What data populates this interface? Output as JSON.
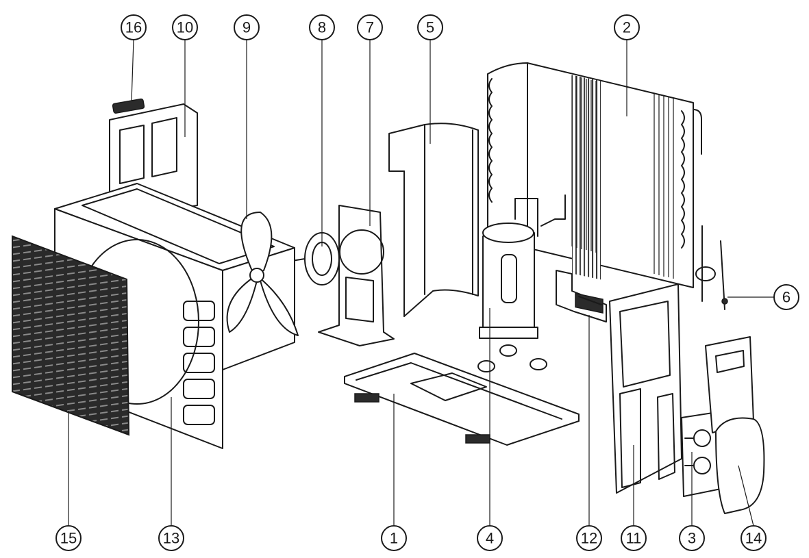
{
  "callouts": [
    {
      "id": "c16",
      "label": "16"
    },
    {
      "id": "c10",
      "label": "10"
    },
    {
      "id": "c9",
      "label": "9"
    },
    {
      "id": "c8",
      "label": "8"
    },
    {
      "id": "c7",
      "label": "7"
    },
    {
      "id": "c5",
      "label": "5"
    },
    {
      "id": "c2",
      "label": "2"
    },
    {
      "id": "c6",
      "label": "6"
    },
    {
      "id": "c15",
      "label": "15"
    },
    {
      "id": "c13",
      "label": "13"
    },
    {
      "id": "c1",
      "label": "1"
    },
    {
      "id": "c4",
      "label": "4"
    },
    {
      "id": "c12",
      "label": "12"
    },
    {
      "id": "c11",
      "label": "11"
    },
    {
      "id": "c3",
      "label": "3"
    },
    {
      "id": "c14",
      "label": "14"
    }
  ]
}
